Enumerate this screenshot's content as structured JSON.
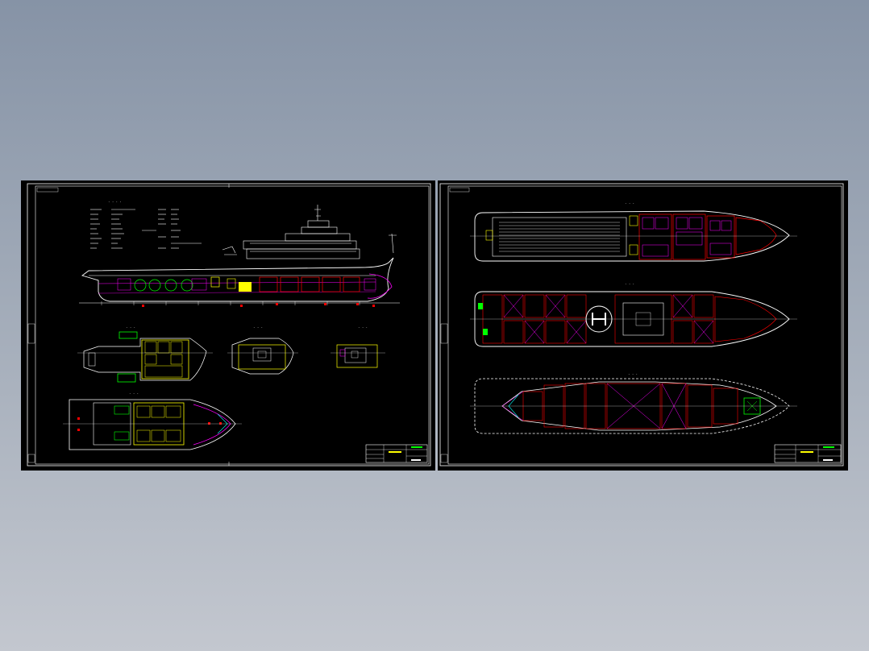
{
  "colors": {
    "background_top": "#8693a6",
    "background_bottom": "#c3c7cf",
    "sheet": "#000000",
    "frame": "#ffffff",
    "hull": "#ffffff",
    "bulkhead": "#ff0000",
    "equipment": "#ff00ff",
    "highlight": "#ffff00",
    "accent_green": "#00ff00",
    "accent_cyan": "#00ffff"
  },
  "sheets": [
    {
      "id": "left",
      "views": [
        "profile-elevation",
        "deck-plan-small-1",
        "deck-plan-small-2",
        "deck-plan-small-3",
        "deck-plan-lower"
      ]
    },
    {
      "id": "right",
      "views": [
        "main-deck-plan",
        "tween-deck-plan",
        "tank-top-plan"
      ]
    }
  ]
}
